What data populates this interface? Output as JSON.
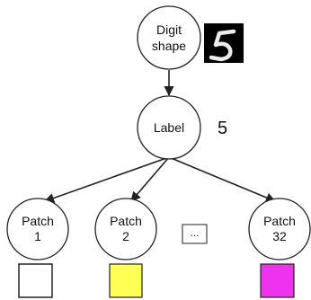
{
  "nodes": {
    "digit_shape": {
      "line1": "Digit",
      "line2": "shape"
    },
    "label": {
      "text": "Label",
      "value": "5"
    },
    "patch_1": {
      "line1": "Patch",
      "line2": "1",
      "color": "#ffffff"
    },
    "patch_2": {
      "line1": "Patch",
      "line2": "2",
      "color": "#ffff55"
    },
    "patch_32": {
      "line1": "Patch",
      "line2": "32",
      "color": "#ee33ee"
    }
  },
  "ellipsis": "...",
  "digit_image": {
    "digit": "5",
    "background": "#000000",
    "stroke": "#ffffff"
  }
}
